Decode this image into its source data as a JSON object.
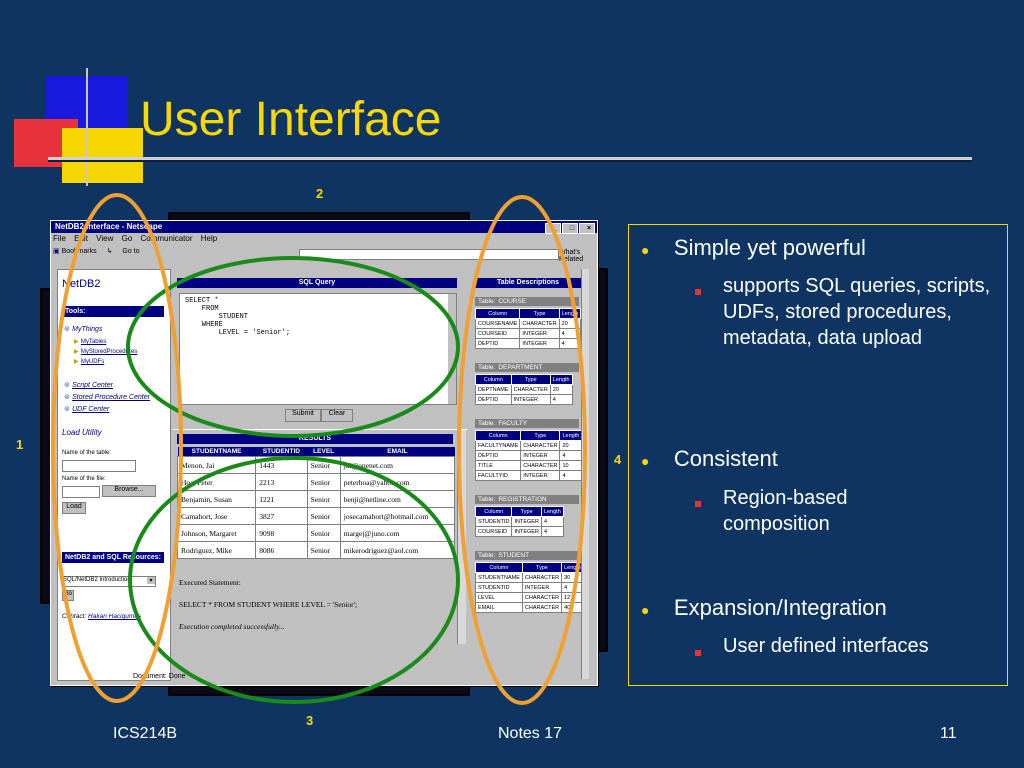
{
  "slide": {
    "title": "User Interface",
    "markers": [
      "1",
      "2",
      "3",
      "4"
    ],
    "footer": {
      "left": "ICS214B",
      "center": "Notes 17",
      "right": "11"
    }
  },
  "browser": {
    "window_title": "NetDB2 Interface - Netscape",
    "menu": [
      "File",
      "Edit",
      "View",
      "Go",
      "Communicator",
      "Help"
    ],
    "toolbar": {
      "bookmarks": "Bookmarks",
      "goto": "Go to",
      "related": "What's Related"
    },
    "status": "Document: Done"
  },
  "nav": {
    "brand": "NetDB2",
    "tools_header": "Tools:",
    "mythings": "MyThings",
    "mythings_items": [
      "MyTables",
      "MyStoredProcedures",
      "MyUDFs"
    ],
    "centers": [
      "Script Center",
      "Stored Procedure Center",
      "UDF Center"
    ],
    "load_title": "Load Utility",
    "table_name_label": "Name of the table:",
    "file_label": "Name of the file:",
    "browse_button": "Browse...",
    "load_button": "Load",
    "resources_header": "NetDB2 and SQL Resources:",
    "resources_select": "SQL/NetDB2 Introduction",
    "go_button": "Go",
    "contact_label": "Contact:",
    "contact_name": "Hakan Hacigumus"
  },
  "sql": {
    "header": "SQL Query",
    "query_lines": [
      "SELECT *",
      "    FROM",
      "        STUDENT",
      "    WHERE",
      "        LEVEL = 'Senior';"
    ],
    "submit": "Submit",
    "clear": "Clear"
  },
  "results": {
    "header": "RESULTS",
    "columns": [
      "STUDENTNAME",
      "STUDENTID",
      "LEVEL",
      "EMAIL"
    ],
    "rows": [
      [
        "Menon, Jai",
        "1443",
        "Senior",
        "jai@onenet.com"
      ],
      [
        "Hoa, Peter",
        "2213",
        "Senior",
        "peterhoa@yahoo.com"
      ],
      [
        "Benjamin, Susan",
        "1221",
        "Senior",
        "benji@netline.com"
      ],
      [
        "Camahort, Jose",
        "3827",
        "Senior",
        "josecamahort@hotmail.com"
      ],
      [
        "Johnson, Margaret",
        "9098",
        "Senior",
        "margej@juno.com"
      ],
      [
        "Rodriguez, Mike",
        "8086",
        "Senior",
        "mikerodriguez@aol.com"
      ]
    ],
    "executed_label": "Executed Statement:",
    "executed_statement": "SELECT * FROM STUDENT WHERE LEVEL = 'Senior';",
    "completion": "Execution completed successfully..."
  },
  "tables": {
    "header": "Table Descriptions",
    "table_prefix": "Table:",
    "columns": [
      "Column",
      "Type",
      "Length"
    ],
    "items": [
      {
        "name": "COURSE",
        "rows": [
          [
            "COURSENAME",
            "CHARACTER",
            "20"
          ],
          [
            "COURSEID",
            "INTEGER",
            "4"
          ],
          [
            "DEPTID",
            "INTEGER",
            "4"
          ]
        ]
      },
      {
        "name": "DEPARTMENT",
        "rows": [
          [
            "DEPTNAME",
            "CHARACTER",
            "20"
          ],
          [
            "DEPTID",
            "INTEGER",
            "4"
          ]
        ]
      },
      {
        "name": "FACULTY",
        "rows": [
          [
            "FACULTYNAME",
            "CHARACTER",
            "20"
          ],
          [
            "DEPTID",
            "INTEGER",
            "4"
          ],
          [
            "TITLE",
            "CHARACTER",
            "10"
          ],
          [
            "FACULTYID",
            "INTEGER",
            "4"
          ]
        ]
      },
      {
        "name": "REGISTRATION",
        "rows": [
          [
            "STUDENTID",
            "INTEGER",
            "4"
          ],
          [
            "COURSEID",
            "INTEGER",
            "4"
          ]
        ]
      },
      {
        "name": "STUDENT",
        "rows": [
          [
            "STUDENTNAME",
            "CHARACTER",
            "30"
          ],
          [
            "STUDENTID",
            "INTEGER",
            "4"
          ],
          [
            "LEVEL",
            "CHARACTER",
            "12"
          ],
          [
            "EMAIL",
            "CHARACTER",
            "40"
          ]
        ]
      }
    ]
  },
  "bullets": [
    {
      "text": "Simple yet powerful",
      "subs": [
        "supports SQL queries, scripts, UDFs, stored procedures, metadata, data upload"
      ]
    },
    {
      "text": "Consistent",
      "subs": [
        "Region-based composition"
      ]
    },
    {
      "text": "Expansion/Integration",
      "subs": [
        "User defined interfaces"
      ]
    }
  ],
  "colors": {
    "background": "#0e3562",
    "title": "#f8d800",
    "accent_orange": "#f0a030",
    "accent_green": "#1a8a1a",
    "bullet_red": "#e8323c"
  }
}
